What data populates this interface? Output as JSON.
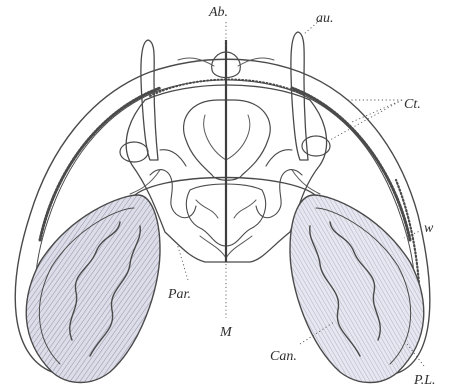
{
  "figure": {
    "labels": {
      "ab": "Ab.",
      "au": "au.",
      "ct": "Ct.",
      "w": "w",
      "par": "Par.",
      "m": "M",
      "can": "Can.",
      "pl": "P.L."
    },
    "colors": {
      "ink": "#4a4a4a",
      "tissue": "#e3e4ee",
      "tissue_dark": "#c9cbd9",
      "lobe_fill": "#d7d9e4",
      "background": "#ffffff"
    }
  }
}
